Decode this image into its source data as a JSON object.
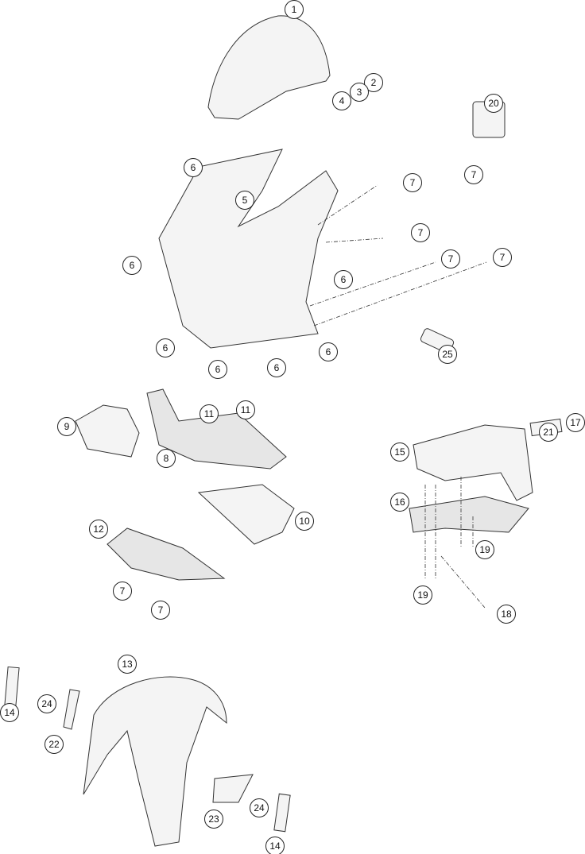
{
  "diagram": {
    "type": "exploded-parts-diagram",
    "callouts": [
      {
        "label": "1"
      },
      {
        "label": "2"
      },
      {
        "label": "3"
      },
      {
        "label": "4"
      },
      {
        "label": "20"
      },
      {
        "label": "7"
      },
      {
        "label": "6"
      },
      {
        "label": "5"
      },
      {
        "label": "7"
      },
      {
        "label": "7"
      },
      {
        "label": "7"
      },
      {
        "label": "7"
      },
      {
        "label": "6"
      },
      {
        "label": "6"
      },
      {
        "label": "6"
      },
      {
        "label": "6"
      },
      {
        "label": "6"
      },
      {
        "label": "6"
      },
      {
        "label": "25"
      },
      {
        "label": "11"
      },
      {
        "label": "11"
      },
      {
        "label": "9"
      },
      {
        "label": "8"
      },
      {
        "label": "17"
      },
      {
        "label": "21"
      },
      {
        "label": "15"
      },
      {
        "label": "16"
      },
      {
        "label": "10"
      },
      {
        "label": "19"
      },
      {
        "label": "12"
      },
      {
        "label": "7"
      },
      {
        "label": "7"
      },
      {
        "label": "19"
      },
      {
        "label": "18"
      },
      {
        "label": "13"
      },
      {
        "label": "14"
      },
      {
        "label": "24"
      },
      {
        "label": "22"
      },
      {
        "label": "24"
      },
      {
        "label": "23"
      },
      {
        "label": "14"
      }
    ]
  }
}
